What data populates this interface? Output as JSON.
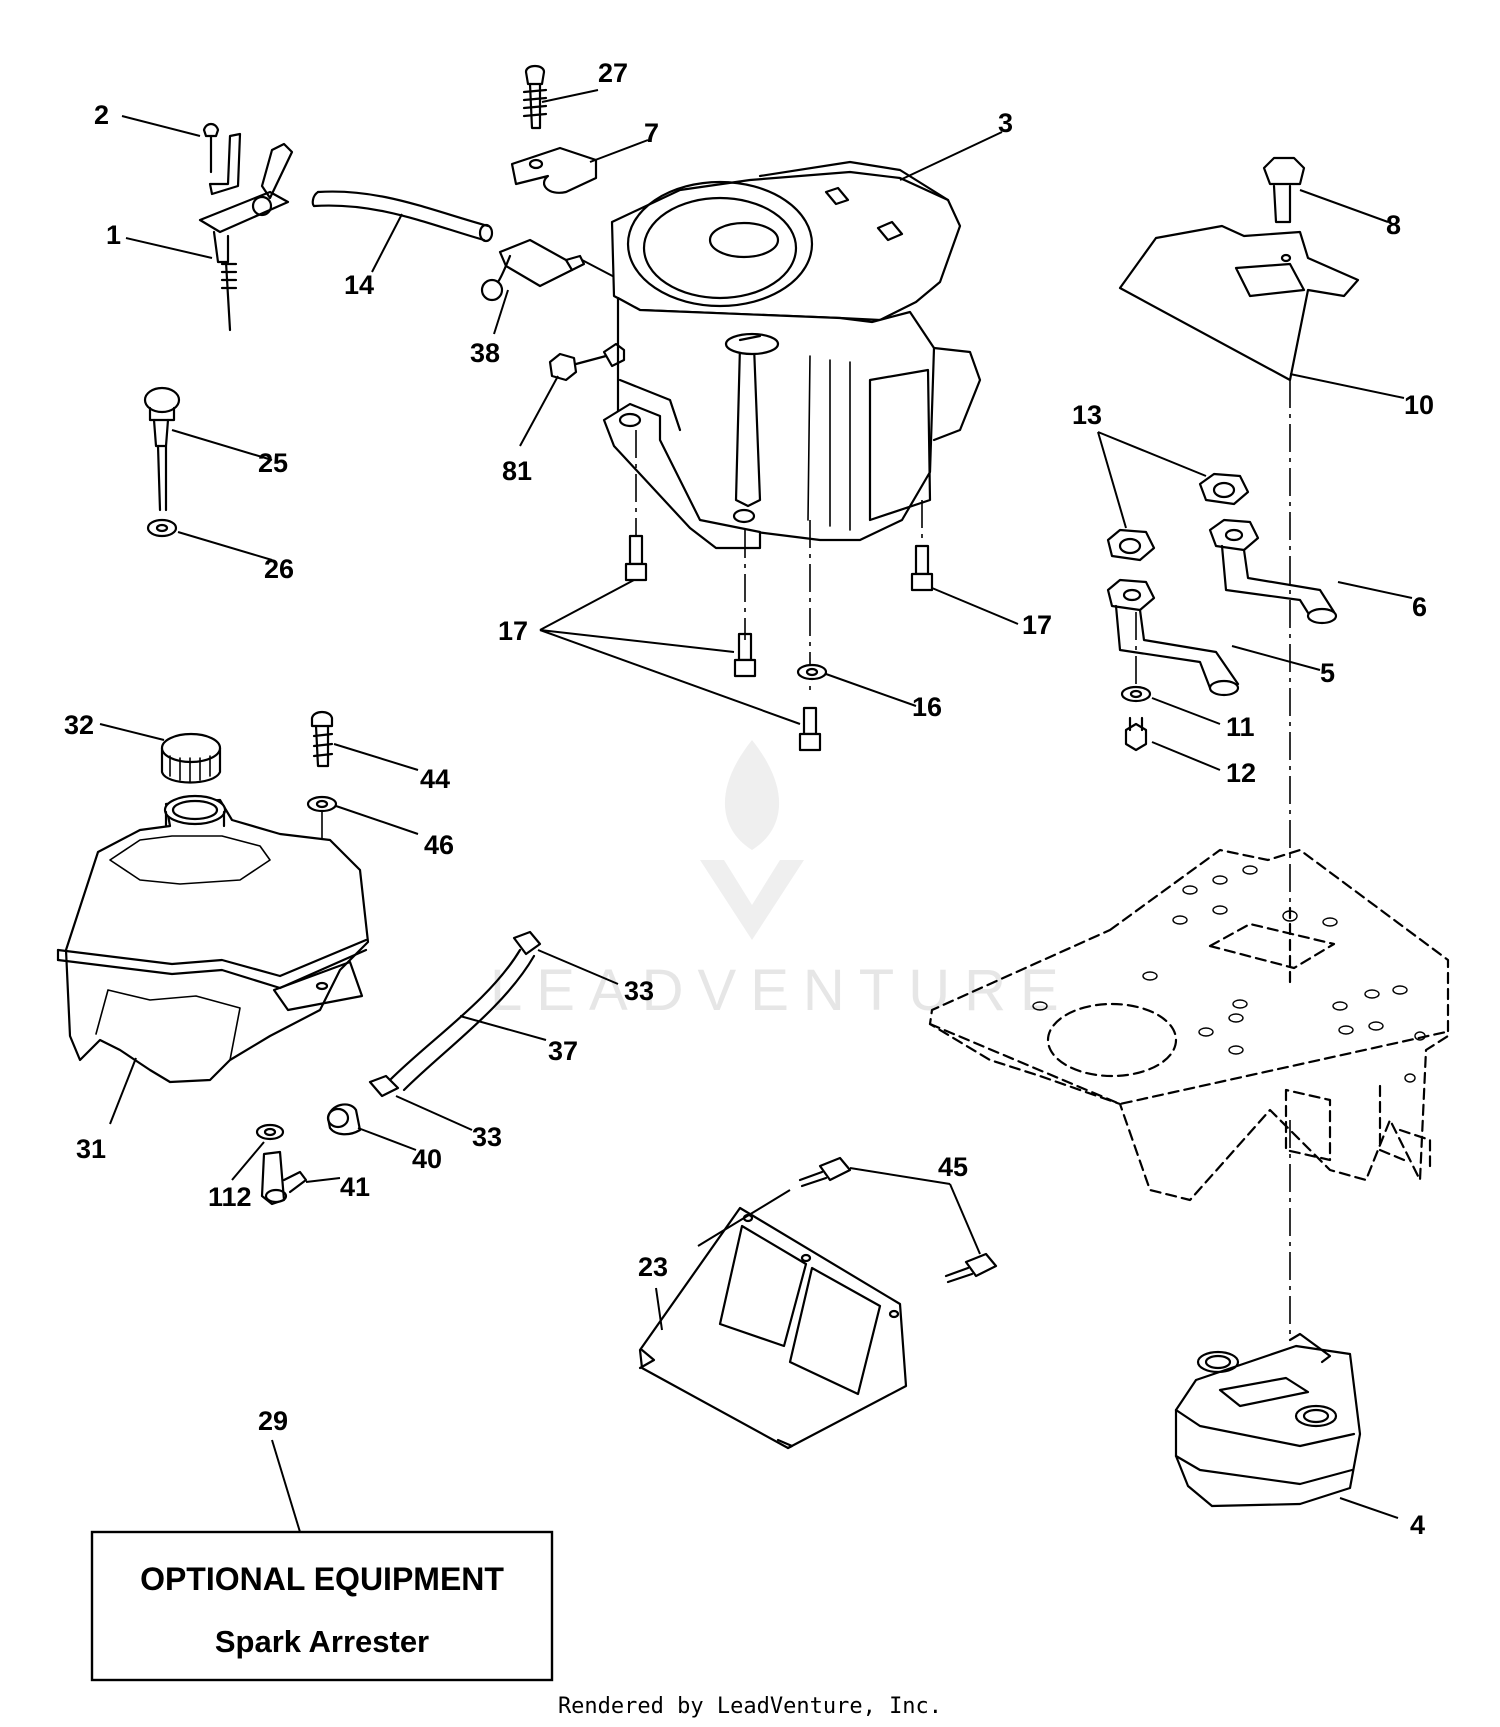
{
  "callouts": [
    "1",
    "2",
    "3",
    "4",
    "5",
    "6",
    "7",
    "8",
    "10",
    "11",
    "12",
    "13",
    "14",
    "16",
    "17",
    "23",
    "25",
    "26",
    "27",
    "29",
    "31",
    "32",
    "33",
    "37",
    "38",
    "40",
    "41",
    "44",
    "45",
    "46",
    "81",
    "112"
  ],
  "optional_box": {
    "line1": "OPTIONAL EQUIPMENT",
    "line2": "Spark Arrester"
  },
  "watermark": "LEADVENTURE",
  "footer": "Rendered by LeadVenture, Inc.",
  "colors": {
    "ink": "#000000",
    "background": "#ffffff",
    "watermark": "#e6e6e6"
  }
}
